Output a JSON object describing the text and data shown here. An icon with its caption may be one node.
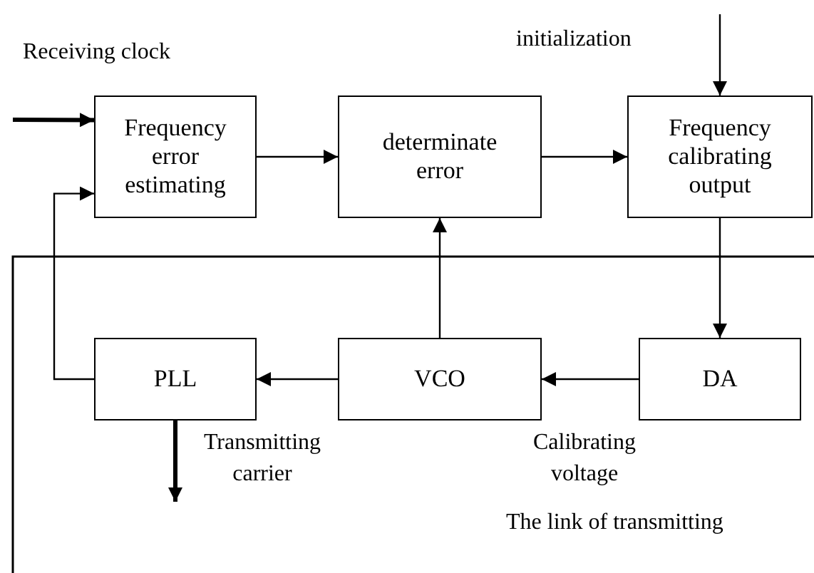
{
  "diagram": {
    "nodes": [
      {
        "text": [
          "Frequency error estimating"
        ]
      },
      {
        "text": [
          "determinate error"
        ]
      },
      {
        "text": [
          "Frequency calibrating output"
        ]
      },
      {
        "text": [
          "PLL"
        ]
      },
      {
        "text": [
          "VCO"
        ]
      },
      {
        "text": [
          "DA"
        ]
      }
    ],
    "edges": [
      {
        "from": null,
        "to": 0,
        "arrow": "to",
        "label": "Receiving clock",
        "style": "thick"
      },
      {
        "from": 0,
        "to": 1,
        "arrow": "to"
      },
      {
        "from": 1,
        "to": 2,
        "arrow": "to"
      },
      {
        "from": null,
        "to": 2,
        "arrow": "to",
        "label": "initialization"
      },
      {
        "from": 2,
        "to": 5,
        "arrow": "to"
      },
      {
        "from": 5,
        "to": 4,
        "arrow": "to",
        "label": "Calibrating voltage"
      },
      {
        "from": 4,
        "to": 3,
        "arrow": "to"
      },
      {
        "from": 4,
        "to": 1,
        "arrow": "to"
      },
      {
        "from": 3,
        "to": 0,
        "arrow": "to"
      },
      {
        "from": 3,
        "to": null,
        "arrow": "to",
        "label": "Transmitting carrier",
        "style": "thick"
      }
    ],
    "labels": [
      "The link of transmitting"
    ]
  }
}
